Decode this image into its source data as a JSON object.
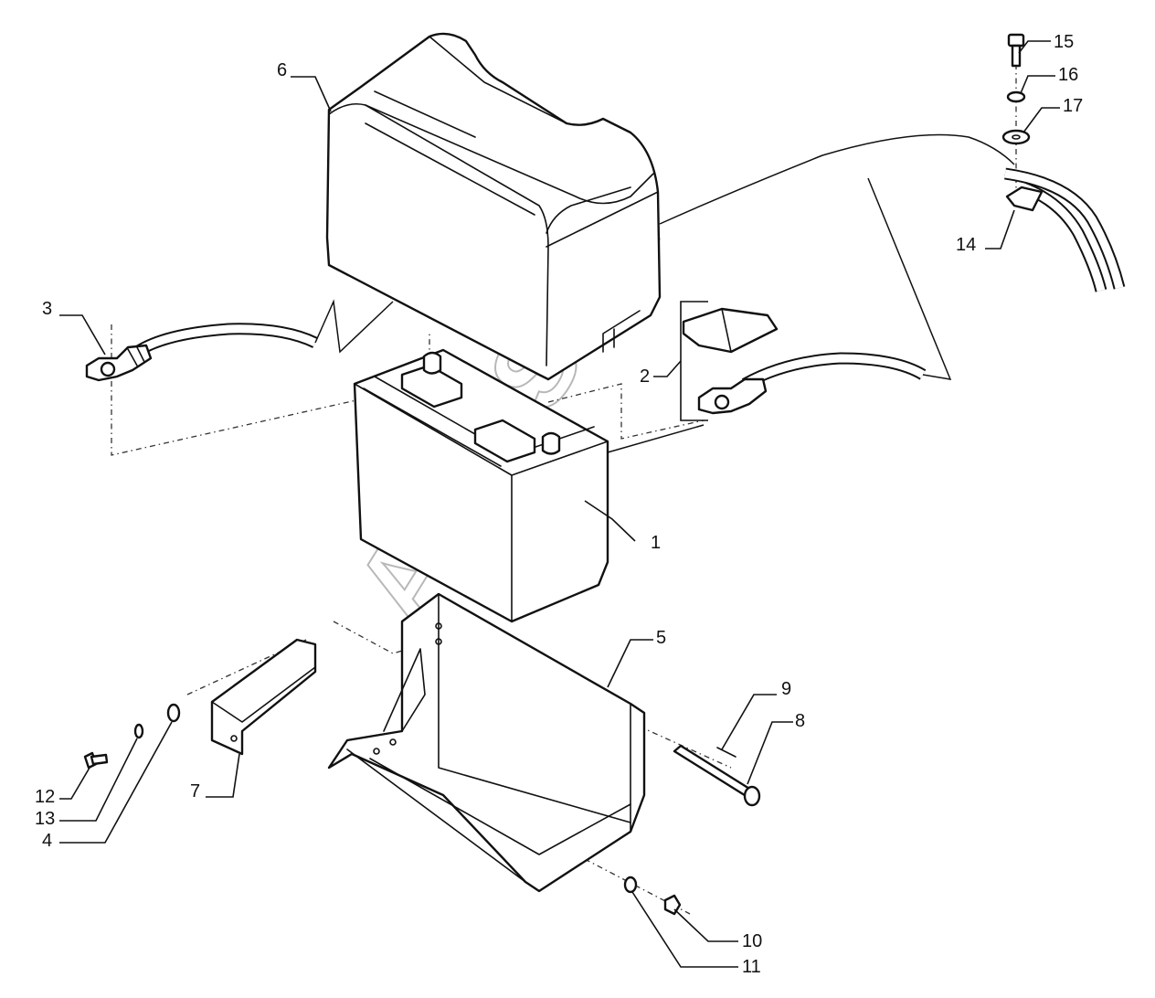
{
  "callouts": [
    {
      "id": "1",
      "label": "1"
    },
    {
      "id": "2",
      "label": "2"
    },
    {
      "id": "3",
      "label": "3"
    },
    {
      "id": "4",
      "label": "4"
    },
    {
      "id": "5",
      "label": "5"
    },
    {
      "id": "6",
      "label": "6"
    },
    {
      "id": "7",
      "label": "7"
    },
    {
      "id": "8",
      "label": "8"
    },
    {
      "id": "9",
      "label": "9"
    },
    {
      "id": "10",
      "label": "10"
    },
    {
      "id": "11",
      "label": "11"
    },
    {
      "id": "12",
      "label": "12"
    },
    {
      "id": "13",
      "label": "13"
    },
    {
      "id": "14",
      "label": "14"
    },
    {
      "id": "15",
      "label": "15"
    },
    {
      "id": "16",
      "label": "16"
    },
    {
      "id": "17",
      "label": "17"
    }
  ],
  "watermark": {
    "text": "AutoSoft",
    "color": "#b8b8b8"
  },
  "colors": {
    "line": "#111111",
    "background": "#ffffff"
  }
}
